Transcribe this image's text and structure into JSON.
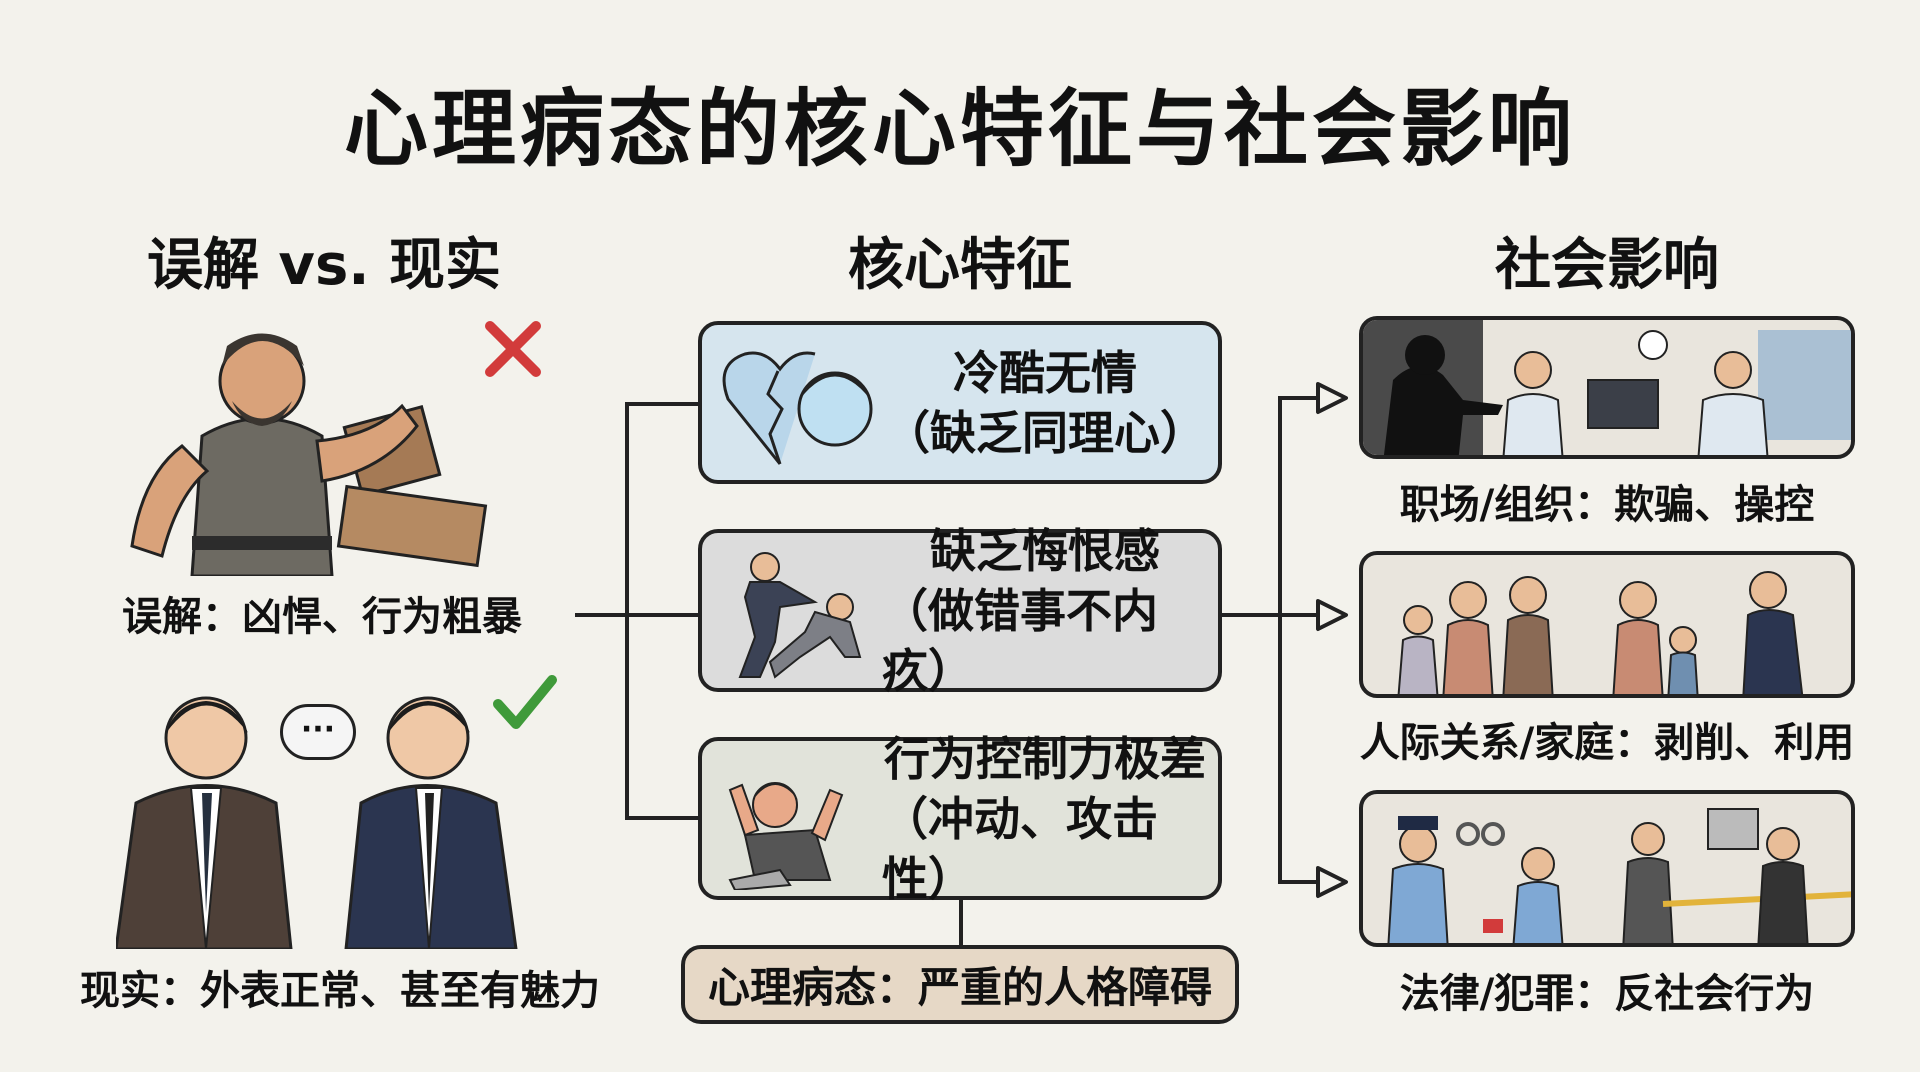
{
  "title": "心理病态的核心特征与社会影响",
  "columns": {
    "left": "误解 vs. 现实",
    "middle": "核心特征",
    "right": "社会影响"
  },
  "left": {
    "myth_caption": "误解：凶悍、行为粗暴",
    "reality_caption": "现实：外表正常、甚至有魅力",
    "speech_bubble": "···"
  },
  "traits": [
    {
      "title": "冷酷无情",
      "subtitle": "（缺乏同理心）",
      "color": "#d6e5ee"
    },
    {
      "title": "缺乏悔恨感",
      "subtitle": "（做错事不内疚）",
      "color": "#dcdcdc"
    },
    {
      "title": "行为控制力极差",
      "subtitle": "（冲动、攻击性）",
      "color": "#e1e3da"
    }
  ],
  "summary": "心理病态：严重的人格障碍",
  "impacts": [
    {
      "caption": "职场/组织：欺骗、操控"
    },
    {
      "caption": "人际关系/家庭：剥削、利用"
    },
    {
      "caption": "法律/犯罪：反社会行为"
    }
  ],
  "colors": {
    "cross": "#d23b3b",
    "check": "#3f9a3a",
    "summary_bg": "#e6d8c6"
  }
}
